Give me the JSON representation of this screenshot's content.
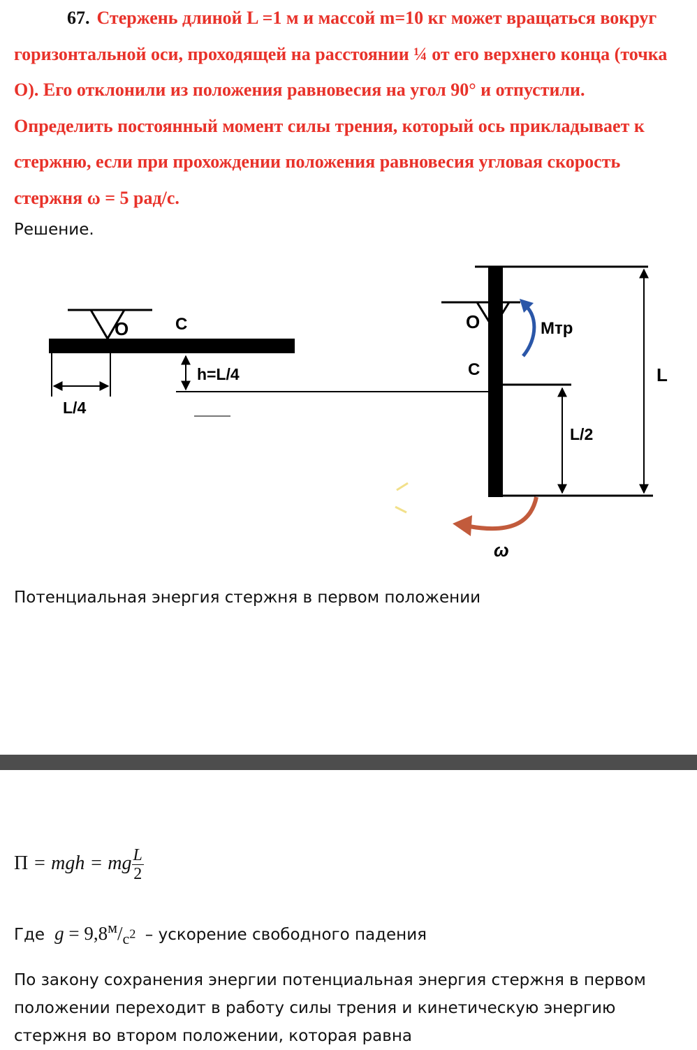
{
  "problem": {
    "number": "67.",
    "text": "Стержень длиной L =1 м и массой m=10 кг может вращаться вокруг горизонтальной оси, проходящей на расстоянии ¼ от его верхнего конца (точка О). Его отклонили из положения равновесия на угол 90° и отпустили. Определить постоянный момент силы трения, который ось прикладывает к стержню, если при прохождении положения равновесия угловая скорость стержня ω = 5 рад/с."
  },
  "solution_label": "Решение.",
  "figure": {
    "left": {
      "pivot_label": "O",
      "center_label": "C",
      "h_label": "h=L/4",
      "quarter_label": "L/4"
    },
    "right": {
      "pivot_label": "O",
      "center_label": "C",
      "torque_label": "Мтр",
      "half_label": "L/2",
      "length_label": "L",
      "omega_label": "ω"
    },
    "colors": {
      "rod": "#000000",
      "torque_arrow": "#2a56a8",
      "omega_arrow": "#c25b3c"
    }
  },
  "paragraph1": "Потенциальная энергия стержня в первом положении",
  "formula": {
    "lhs": "П",
    "eq1": "mgh",
    "eq2": "mg",
    "frac_num": "L",
    "frac_den": "2"
  },
  "where": {
    "prefix": "Где",
    "symbol": "g",
    "value": "9,8",
    "unit_num": "м",
    "unit_den": "с",
    "unit_exp": "2",
    "suffix": "– ускорение свободного падения"
  },
  "paragraph2": "По закону сохранения энергии потенциальная энергия стержня в первом положении переходит в работу силы трения и кинетическую энергию стержня во втором положении, которая равна"
}
